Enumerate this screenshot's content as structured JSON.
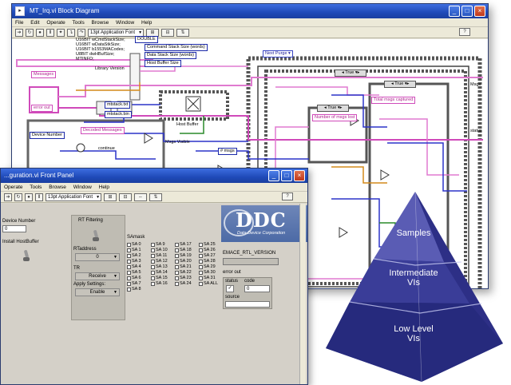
{
  "block_diagram": {
    "title": "MT_Irq.vi Block Diagram",
    "menu": [
      "File",
      "Edit",
      "Operate",
      "Tools",
      "Browse",
      "Window",
      "Help"
    ],
    "font_select": "13pt Application Font",
    "labels": {
      "buf_decls": [
        "U16BIT wCmdStackSize;",
        "U16BIT wDataStkSize;",
        "U16BIT b1553MACodes;",
        "U8BIT dwHBufSize;",
        "MTINFO;"
      ],
      "double": "DOUBLE",
      "cmd_stack": "Command Stack Size (words)",
      "data_stack": "Data Stack Size (words)",
      "host_buffer_size": "Host Buffer Size",
      "library_version": "Library Version",
      "messages": "Messages",
      "error_out": "error out",
      "mtstack_txt": "mtstack.txt",
      "mtstack_bin": "mtstack.bin",
      "host_buffer": "Host Buffer",
      "device_number": "Device Number",
      "decoded_messages": "Decoded Messages",
      "next_purge": "Next Purge",
      "case_true_1": "True",
      "case_true_2": "True",
      "case_true_3": "True",
      "number_msgs_lost": "Number of msgs lost",
      "total_msgs_captured": "Total msgs captured",
      "msgs_label": "# msgs",
      "msgs": "Msgs",
      "status": "status",
      "continue": "continue",
      "msgs_visible": "Msgs Visible"
    }
  },
  "front_panel": {
    "title": "...guration.vi Front Panel",
    "menu": [
      "Operate",
      "Tools",
      "Browse",
      "Window",
      "Help"
    ],
    "font_select": "13pt Application Font",
    "device_number_label": "Device Number",
    "device_number_value": "0",
    "install_hostbuffer_label": "Install HostBuffer",
    "rt_filtering_label": "RT Filtering",
    "rt_address_label": "RTaddress",
    "rt_address_value": "0",
    "tr_label": "TR",
    "tr_value": "Receive",
    "apply_settings_label": "Apply Settings:",
    "apply_settings_value": "Enable",
    "samask_label": "SAmask",
    "sa_items": [
      "SA 0",
      "SA 9",
      "SA 17",
      "SA 25",
      "SA 1",
      "SA 10",
      "SA 18",
      "SA 26",
      "SA 2",
      "SA 11",
      "SA 19",
      "SA 27",
      "SA 3",
      "SA 12",
      "SA 20",
      "SA 28",
      "SA 4",
      "SA 13",
      "SA 21",
      "SA 29",
      "SA 5",
      "SA 14",
      "SA 22",
      "SA 30",
      "SA 6",
      "SA 15",
      "SA 23",
      "SA 31",
      "SA 7",
      "SA 16",
      "SA 24",
      "SA ALL",
      "SA 8"
    ],
    "logo_text": "DDC",
    "logo_sub": "Data Device Corporation",
    "emace_label": "EMACE_RTL_VERSION",
    "error_out_label": "error out",
    "status_label": "status",
    "code_label": "code",
    "code_value": "0",
    "source_label": "source"
  },
  "pyramid": {
    "top": "Samples",
    "middle_line1": "Intermediate",
    "middle_line2": "VIs",
    "bottom_line1": "Low Level",
    "bottom_line2": "VIs",
    "colors": {
      "top": "#5a5cb4",
      "middle": "#3a3d98",
      "bottom": "#262a7d"
    }
  }
}
